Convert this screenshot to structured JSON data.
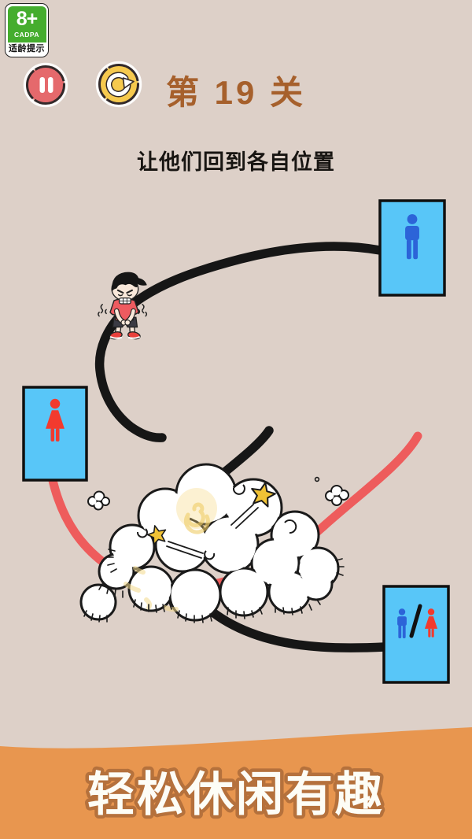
{
  "age_badge": {
    "rating": "8+",
    "organization": "CADPA",
    "label": "适龄提示"
  },
  "header": {
    "level_title": "第 19 关",
    "instruction": "让他们回到各自位置"
  },
  "controls": {
    "pause_icon": "pause-icon",
    "restart_icon": "restart-icon"
  },
  "signs": {
    "mens": "male-icon",
    "womens": "female-icon",
    "shared": "male-female-icon"
  },
  "banner": {
    "slogan": "轻松休闲有趣"
  },
  "colors": {
    "background": "#ddd0c8",
    "line_black": "#161616",
    "line_red": "#ee5c5c",
    "sign_blue": "#58c6f8",
    "male_blue": "#2c64d8",
    "female_red": "#f23a2e",
    "pause_red": "#e5696c",
    "restart_yellow": "#f6c94e",
    "banner_orange": "#e8964f",
    "title_brown": "#a6602c",
    "star_yellow": "#f0c235",
    "badge_green": "#45ad2e"
  }
}
